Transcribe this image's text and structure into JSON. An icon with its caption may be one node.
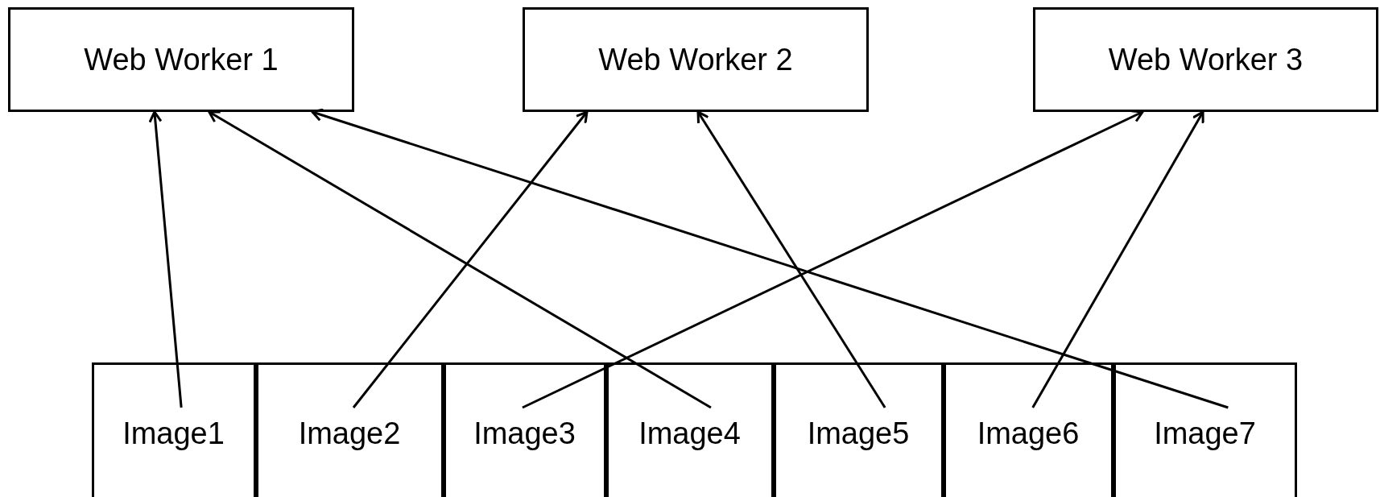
{
  "diagram": {
    "nodes": [
      {
        "text": [
          "Web Worker 1"
        ]
      },
      {
        "text": [
          "Web Worker 2"
        ]
      },
      {
        "text": [
          "Web Worker 3"
        ]
      },
      {
        "text": [
          "Image1"
        ]
      },
      {
        "text": [
          "Image2"
        ]
      },
      {
        "text": [
          "Image3"
        ]
      },
      {
        "text": [
          "Image4"
        ]
      },
      {
        "text": [
          "Image5"
        ]
      },
      {
        "text": [
          "Image6"
        ]
      },
      {
        "text": [
          "Image7"
        ]
      }
    ],
    "edges": [
      {
        "from": 3,
        "to": 0,
        "arrow": "to"
      },
      {
        "from": 4,
        "to": 1,
        "arrow": "to"
      },
      {
        "from": 5,
        "to": 2,
        "arrow": "to"
      },
      {
        "from": 6,
        "to": 0,
        "arrow": "to"
      },
      {
        "from": 7,
        "to": 1,
        "arrow": "to"
      },
      {
        "from": 8,
        "to": 2,
        "arrow": "to"
      },
      {
        "from": 9,
        "to": 0,
        "arrow": "to"
      }
    ]
  }
}
